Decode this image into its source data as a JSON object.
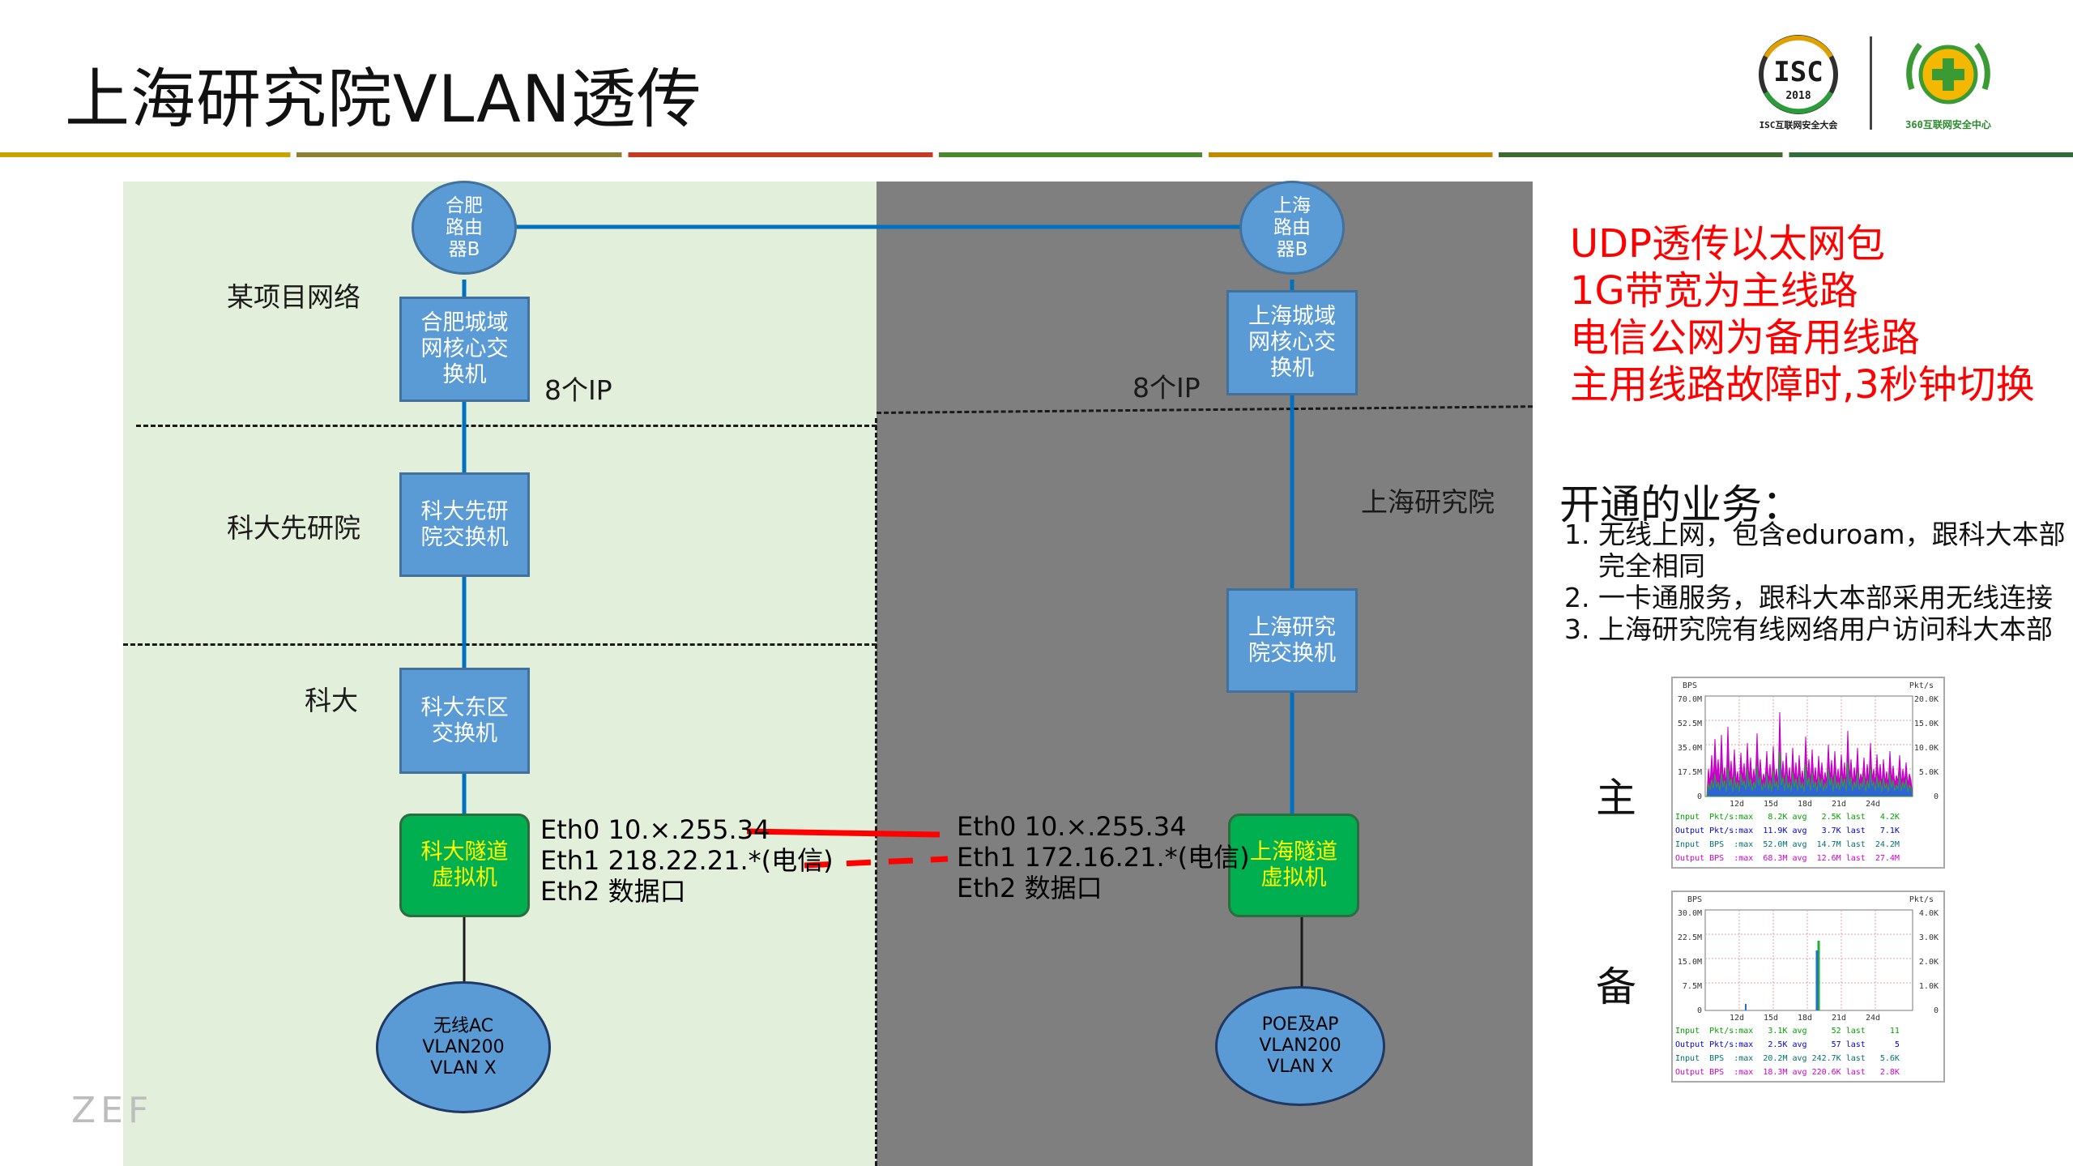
{
  "slide_title": "上海研究院VLAN透传",
  "logos": {
    "isc_text": "ISC",
    "isc_year": "2018",
    "isc_caption": "ISC互联网安全大会",
    "cert_caption": "360互联网安全中心"
  },
  "colors": {
    "zone_left": "#e2efda",
    "zone_right": "#7f7f7f",
    "box_blue": "#5b9bd5",
    "vm_green": "#00b050",
    "vm_text": "#ffff00",
    "link_red": "#ff0000",
    "line_blue": "#0070c0"
  },
  "diagram": {
    "region_labels": {
      "project_network": "某项目网络",
      "ustc_pre_research": "科大先研院",
      "ustc": "科大",
      "shanghai_institute": "上海研究院"
    },
    "routers": {
      "hefei": "合肥\n路由\n器B",
      "shanghai": "上海\n路由\n器B"
    },
    "switches": {
      "hefei_core": "合肥城域\n网核心交\n换机",
      "ustc_pre": "科大先研\n院交换机",
      "ustc_east": "科大东区\n交换机",
      "shanghai_core": "上海城域\n网核心交\n换机",
      "shanghai_inst": "上海研究\n院交换机"
    },
    "ip_labels": {
      "left": "8个IP",
      "right": "8个IP"
    },
    "vms": {
      "ustc": "科大隧道\n虚拟机",
      "shanghai": "上海隧道\n虚拟机"
    },
    "eth_left": {
      "eth0": "Eth0 10.×.255.34",
      "eth1": "Eth1 218.22.21.*(电信)",
      "eth2": "Eth2 数据口"
    },
    "eth_right": {
      "eth0": "Eth0 10.×.255.34",
      "eth1": "Eth1 172.16.21.*(电信)",
      "eth2": "Eth2 数据口"
    },
    "endpoints": {
      "left": "无线AC\nVLAN200\nVLAN X",
      "right": "POE及AP\nVLAN200\nVLAN X"
    }
  },
  "red_notes": [
    "UDP透传以太网包",
    "1G带宽为主线路",
    "电信公网为备用线路",
    "主用线路故障时,3秒钟切换"
  ],
  "services": {
    "heading": "开通的业务：",
    "items": [
      "无线上网，包含eduroam，跟科大本部完全相同",
      "一卡通服务，跟科大本部采用无线连接",
      "上海研究院有线网络用户访问科大本部"
    ]
  },
  "graphs": {
    "primary_label": "主",
    "backup_label": "备",
    "primary": {
      "left_unit": "BPS",
      "right_unit": "Pkt/s",
      "left_ticks": [
        "70.0M",
        "52.5M",
        "35.0M",
        "17.5M",
        "0"
      ],
      "right_ticks": [
        "20.0K",
        "15.0K",
        "10.0K",
        "5.0K",
        "0"
      ],
      "x_ticks": [
        "12d",
        "15d",
        "18d",
        "21d",
        "24d"
      ],
      "stats": [
        "Input  Pkt/s:max   8.2K avg   2.5K last   4.2K",
        "Output Pkt/s:max  11.9K avg   3.7K last   7.1K",
        "Input  BPS  :max  52.0M avg  14.7M last  24.2M",
        "Output BPS  :max  68.3M avg  12.6M last  27.4M"
      ]
    },
    "backup": {
      "left_unit": "BPS",
      "right_unit": "Pkt/s",
      "left_ticks": [
        "30.0M",
        "22.5M",
        "15.0M",
        "7.5M",
        "0"
      ],
      "right_ticks": [
        "4.0K",
        "3.0K",
        "2.0K",
        "1.0K",
        "0"
      ],
      "x_ticks": [
        "12d",
        "15d",
        "18d",
        "21d",
        "24d"
      ],
      "stats": [
        "Input  Pkt/s:max   3.1K avg     52 last     11",
        "Output Pkt/s:max   2.5K avg     57 last      5",
        "Input  BPS  :max  20.2M avg 242.7K last   5.6K",
        "Output BPS  :max  18.3M avg 220.6K last   2.8K"
      ]
    }
  },
  "watermark": "ZEF"
}
